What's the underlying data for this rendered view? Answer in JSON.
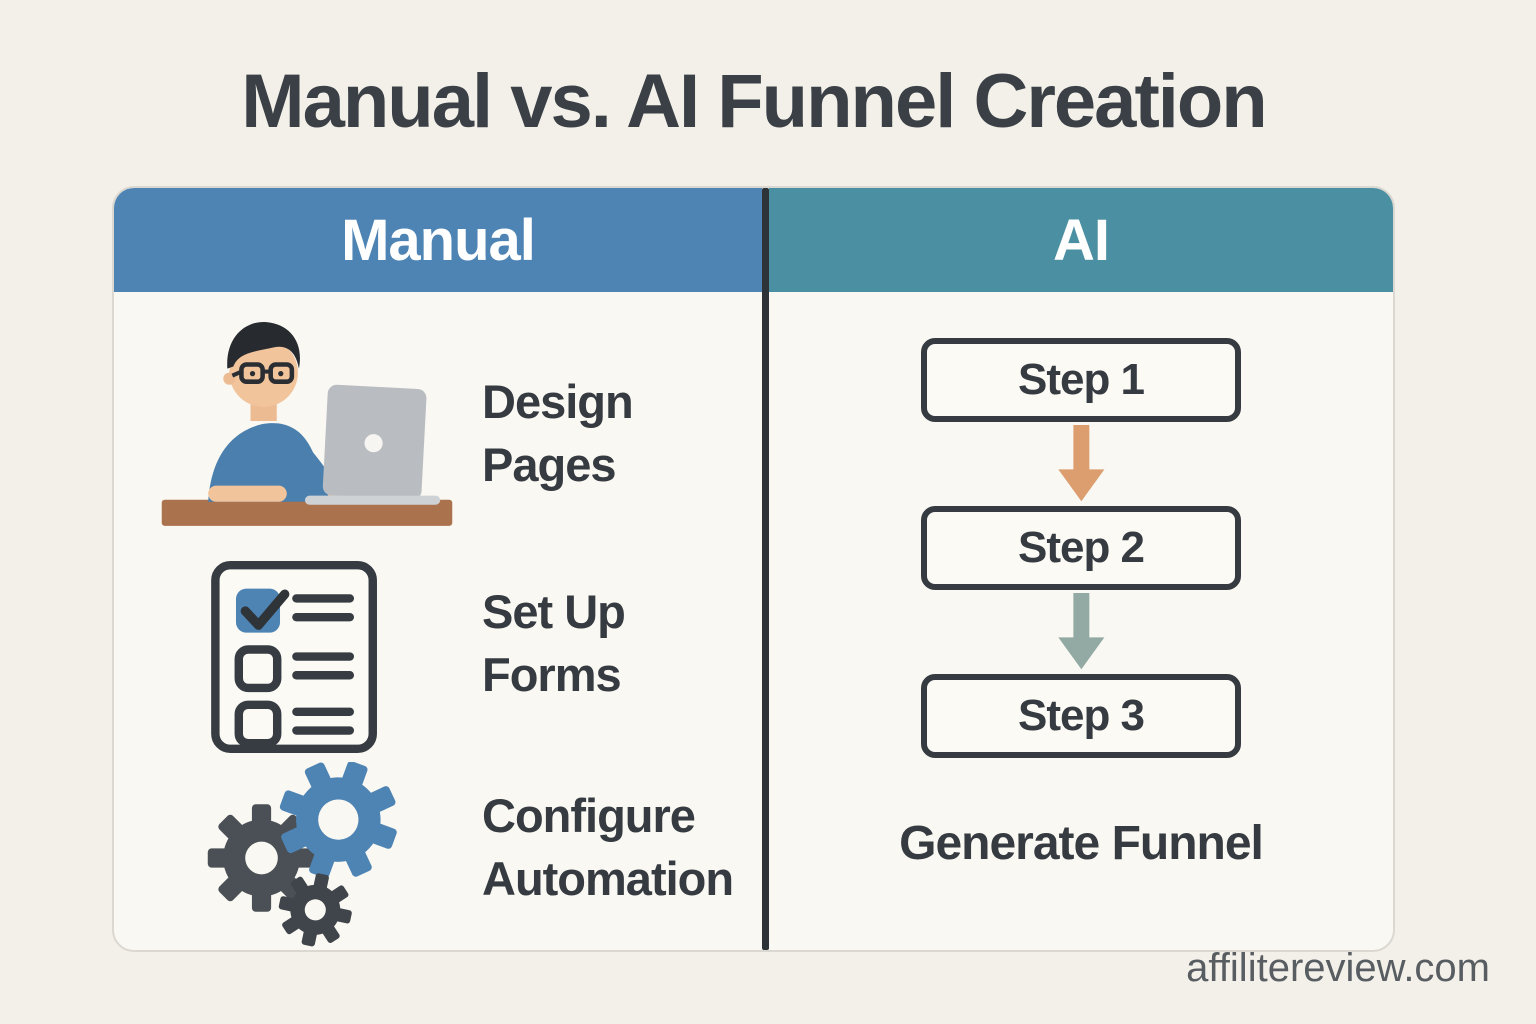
{
  "title": "Manual vs. AI Funnel Creation",
  "manual": {
    "header": "Manual",
    "header_color": "#4e84b4",
    "items": [
      {
        "icon": "person-at-laptop-icon",
        "label": "Design Pages"
      },
      {
        "icon": "checklist-icon",
        "label": "Set Up Forms"
      },
      {
        "icon": "gears-icon",
        "label": "Configure Automation"
      }
    ]
  },
  "ai": {
    "header": "AI",
    "header_color": "#4b8fa3",
    "steps": [
      {
        "label": "Step 1"
      },
      {
        "label": "Step 2"
      },
      {
        "label": "Step 3"
      }
    ],
    "arrows": [
      {
        "name": "arrow-step1-to-step2",
        "color": "#dc9e6e"
      },
      {
        "name": "arrow-step2-to-step3",
        "color": "#93aaa4"
      }
    ],
    "result_label": "Generate Funnel"
  },
  "watermark": "affilitereview.com",
  "colors": {
    "page_background": "#f3f0e9",
    "card_background": "#faf8f2",
    "card_border": "#dad8d1",
    "divider": "#2e3338",
    "text": "#363b41",
    "manual_header": "#4e84b4",
    "ai_header": "#4b8fa3",
    "checkbox_blue": "#4e84b4",
    "gear_blue": "#4e84b4",
    "gear_dark": "#4a5056",
    "desk_brown": "#aa734e",
    "shirt_blue": "#4a7fae"
  }
}
